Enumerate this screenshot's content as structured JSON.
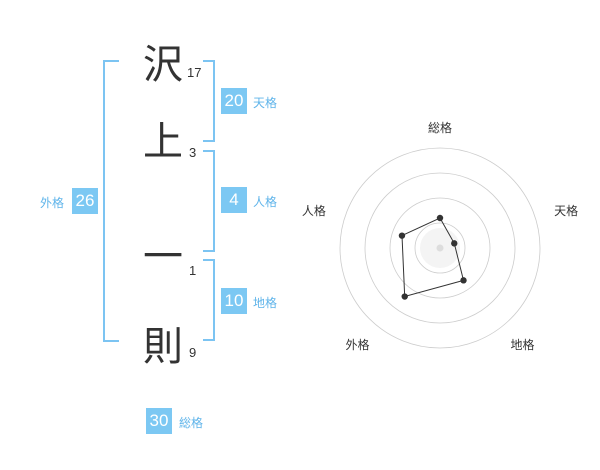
{
  "name": {
    "characters": [
      {
        "char": "沢",
        "strokes": "17"
      },
      {
        "char": "上",
        "strokes": "3"
      },
      {
        "char": "一",
        "strokes": "1"
      },
      {
        "char": "則",
        "strokes": "9"
      }
    ]
  },
  "fortune": {
    "tenkaku": {
      "value": "20",
      "label": "天格"
    },
    "jinkaku": {
      "value": "4",
      "label": "人格"
    },
    "chikaku": {
      "value": "10",
      "label": "地格"
    },
    "gaikaku": {
      "value": "26",
      "label": "外格"
    },
    "soukaku": {
      "value": "30",
      "label": "総格"
    }
  },
  "radar": {
    "axes": [
      "総格",
      "天格",
      "地格",
      "外格",
      "人格"
    ],
    "levels": [
      0.3,
      0.15,
      0.4,
      0.6,
      0.4
    ],
    "ring_count": 4,
    "colors": {
      "ring": "#cccccc",
      "line": "#333333",
      "point": "#333333",
      "center": "#dddddd"
    }
  },
  "colors": {
    "accent": "#7cc8f3",
    "accent_text": "#5fb4ea"
  }
}
